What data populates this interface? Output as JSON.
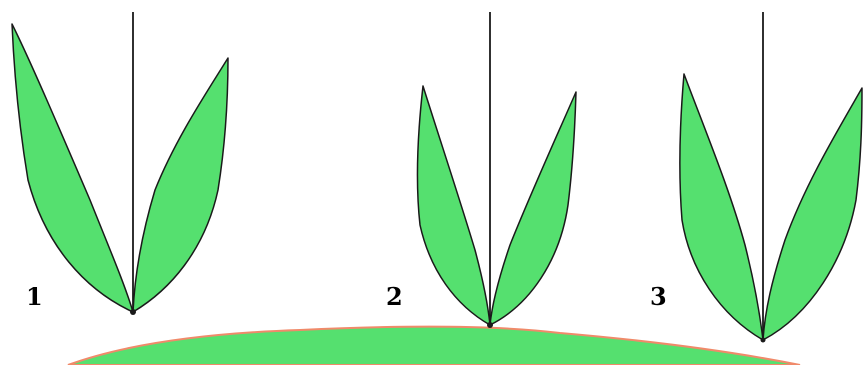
{
  "figures": [
    {
      "label": "1"
    },
    {
      "label": "2"
    },
    {
      "label": "3"
    }
  ],
  "colors": {
    "leaf_fill": "#55e06f",
    "outline": "#1a1a1a",
    "ground_fill": "#55e06f",
    "ground_edge": "#f08a6a",
    "background": "#ffffff"
  }
}
